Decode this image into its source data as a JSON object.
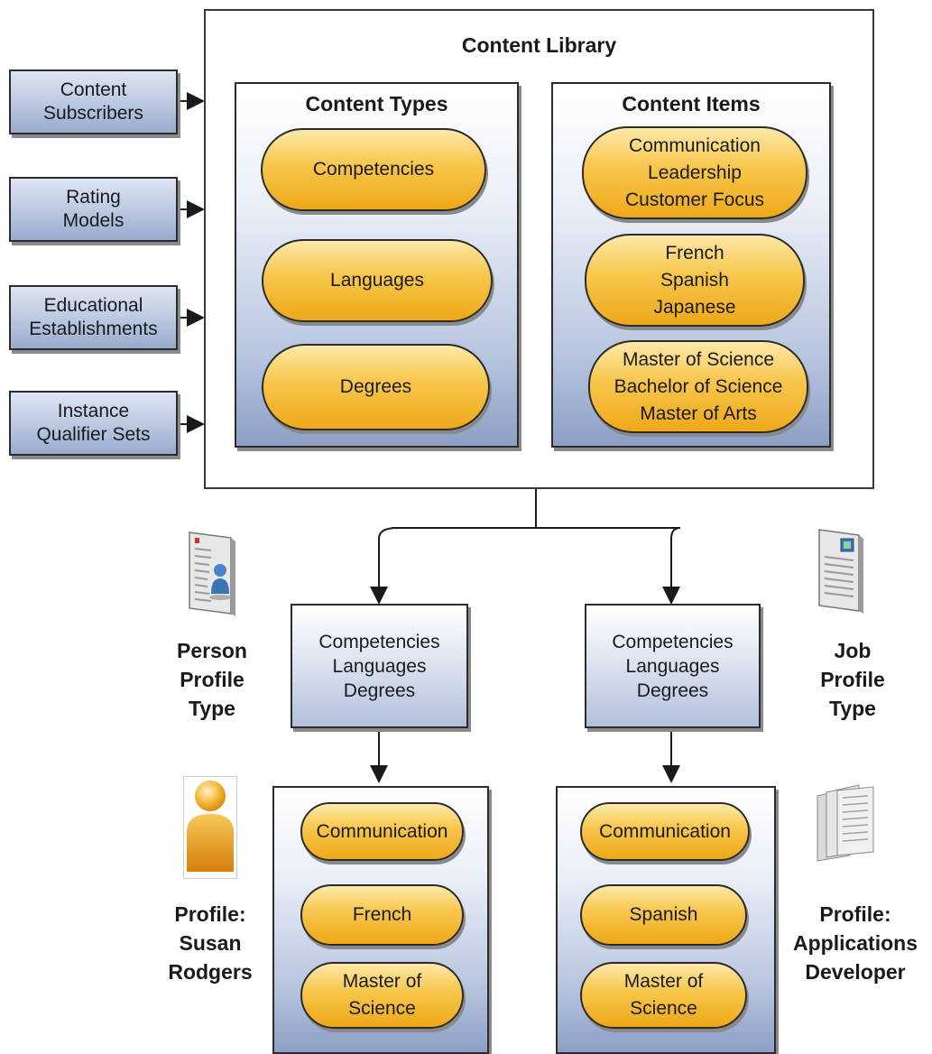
{
  "library": {
    "title": "Content Library"
  },
  "inputs": [
    {
      "line1": "Content",
      "line2": "Subscribers"
    },
    {
      "line1": "Rating",
      "line2": "Models"
    },
    {
      "line1": "Educational",
      "line2": "Establishments"
    },
    {
      "line1": "Instance",
      "line2": "Qualifier Sets"
    }
  ],
  "content_types": {
    "title": "Content Types",
    "items": [
      "Competencies",
      "Languages",
      "Degrees"
    ]
  },
  "content_items": {
    "title": "Content Items",
    "groups": [
      [
        "Communication",
        "Leadership",
        "Customer Focus"
      ],
      [
        "French",
        "Spanish",
        "Japanese"
      ],
      [
        "Master of Science",
        "Bachelor of Science",
        "Master of Arts"
      ]
    ]
  },
  "person_profile_type": {
    "label": [
      "Person",
      "Profile",
      "Type"
    ],
    "content": [
      "Competencies",
      "Languages",
      "Degrees"
    ],
    "icon": "person-profile-document-icon"
  },
  "job_profile_type": {
    "label": [
      "Job",
      "Profile",
      "Type"
    ],
    "content": [
      "Competencies",
      "Languages",
      "Degrees"
    ],
    "icon": "job-profile-document-icon"
  },
  "person_profile": {
    "label": [
      "Profile:",
      "Susan",
      "Rodgers"
    ],
    "items": [
      "Communication",
      "French",
      [
        "Master of",
        "Science"
      ]
    ],
    "icon": "person-icon"
  },
  "job_profile": {
    "label": [
      "Profile:",
      "Applications",
      "Developer"
    ],
    "items": [
      "Communication",
      "Spanish",
      [
        "Master of",
        "Science"
      ]
    ],
    "icon": "document-stack-icon"
  }
}
